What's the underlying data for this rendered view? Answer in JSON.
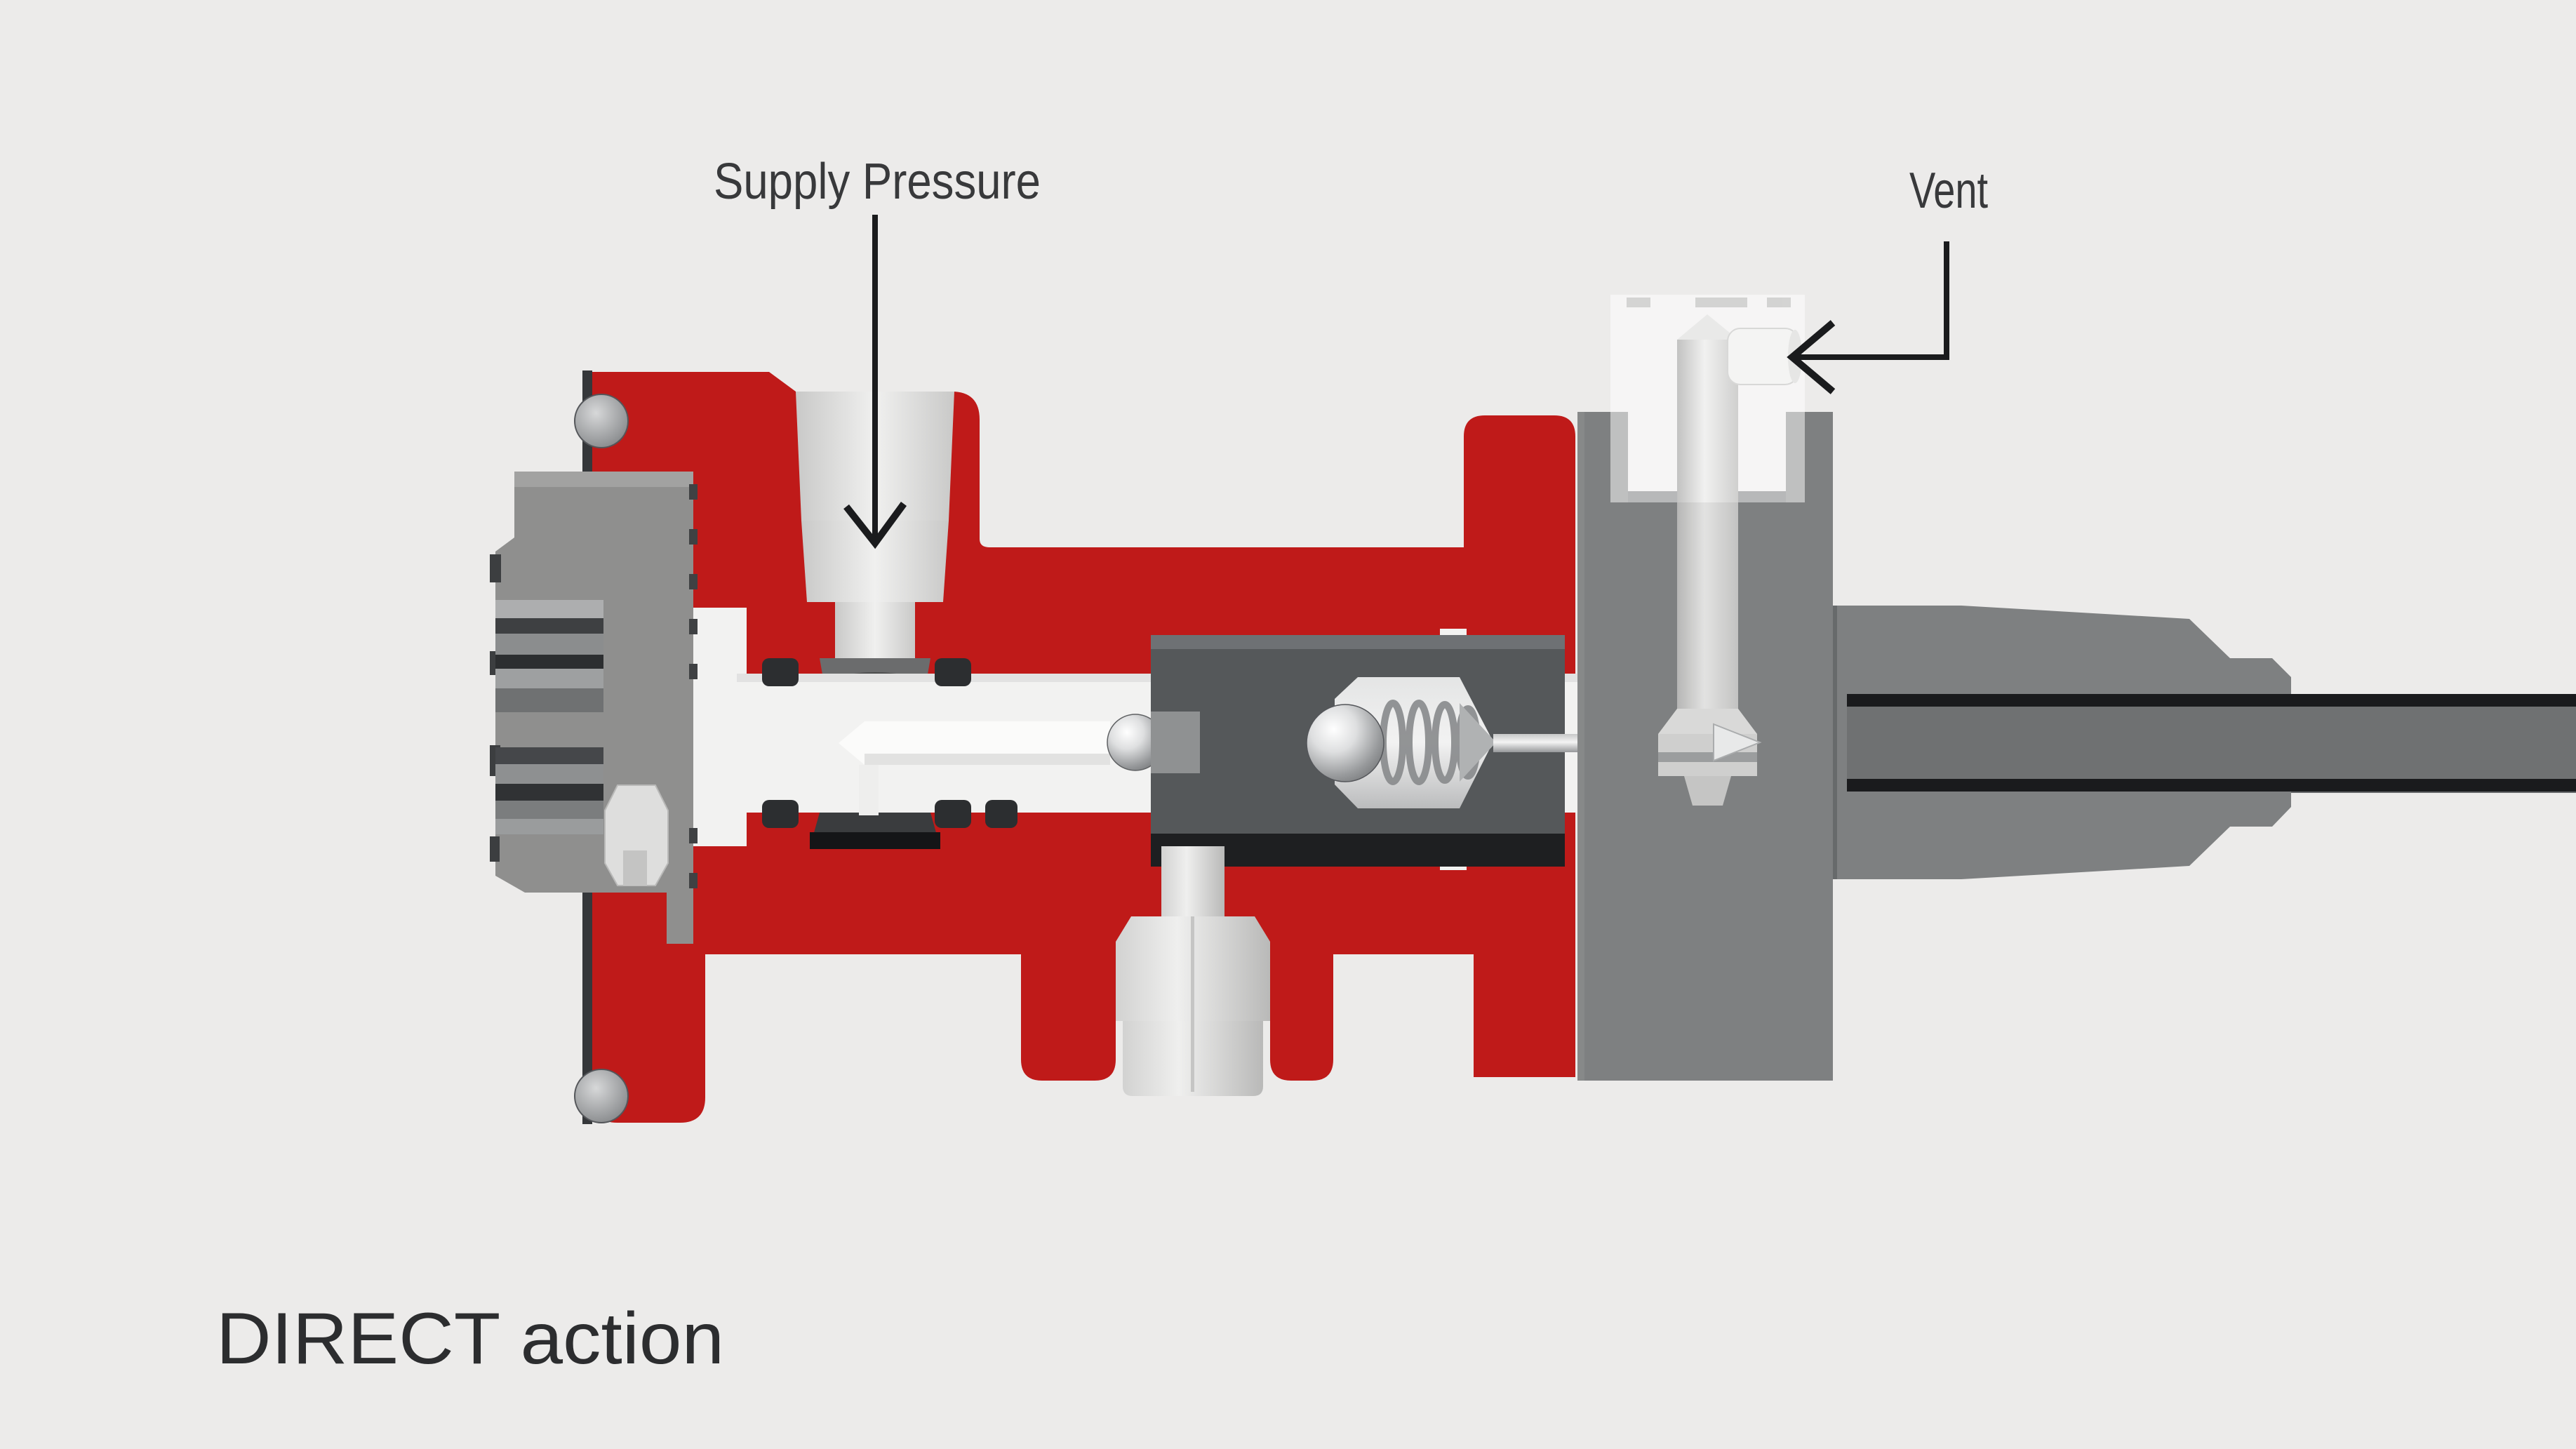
{
  "title": "DIRECT action",
  "labels": {
    "supply_pressure": "Supply Pressure",
    "vent": "Vent"
  },
  "colors": {
    "background": "#ecebea",
    "valve_body_red": "#bf1a19",
    "body_gray": "#7e8081",
    "block_gray": "#8f8f8e",
    "cartridge_gray": "#55585a",
    "steel_light": "#f2f2f1",
    "line_dark": "#1a1b1d",
    "text": "#38393b"
  }
}
